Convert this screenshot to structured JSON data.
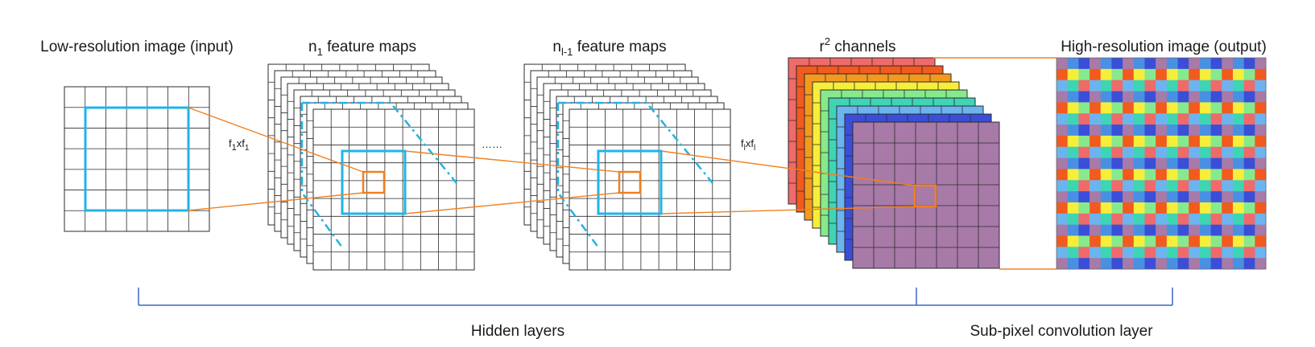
{
  "labels": {
    "input": "Low-resolution image (input)",
    "n1_main": "n",
    "n1_sub": "1",
    "n1_rest": " feature maps",
    "nl1_main": "n",
    "nl1_sub": "l-1",
    "nl1_rest": " feature maps",
    "r2_main": "r",
    "r2_sup": "2",
    "r2_rest": " channels",
    "output": "High-resolution image (output)",
    "f1_a": "f",
    "f1_a_sub": "1",
    "f1_x": "xf",
    "f1_b_sub": "1",
    "fl_a": "f",
    "fl_a_sub": "l",
    "fl_x": "xf",
    "fl_b_sub": "l",
    "ellipsis": "……",
    "hidden": "Hidden layers",
    "subpixel": "Sub-pixel convolution layer"
  },
  "colors": {
    "grid_line": "#2b2b2b",
    "kernel_box": "#1fb4e8",
    "highlight_box": "#f08020",
    "connector": "#f08020",
    "bracket": "#3a66c4",
    "channel_stack": [
      "#ef6a6a",
      "#f25a1e",
      "#f39a1e",
      "#f6ee3a",
      "#86ea8c",
      "#3fd4b4",
      "#6cb4ef",
      "#3a4ed8",
      "#a87aa8"
    ],
    "output_pattern": [
      "#a87aa8",
      "#4a90e2",
      "#3a4ed8",
      "#f25a1e",
      "#f6ee3a",
      "#86ea8c",
      "#6cb4ef",
      "#3fd4b4",
      "#ef6a6a"
    ]
  }
}
